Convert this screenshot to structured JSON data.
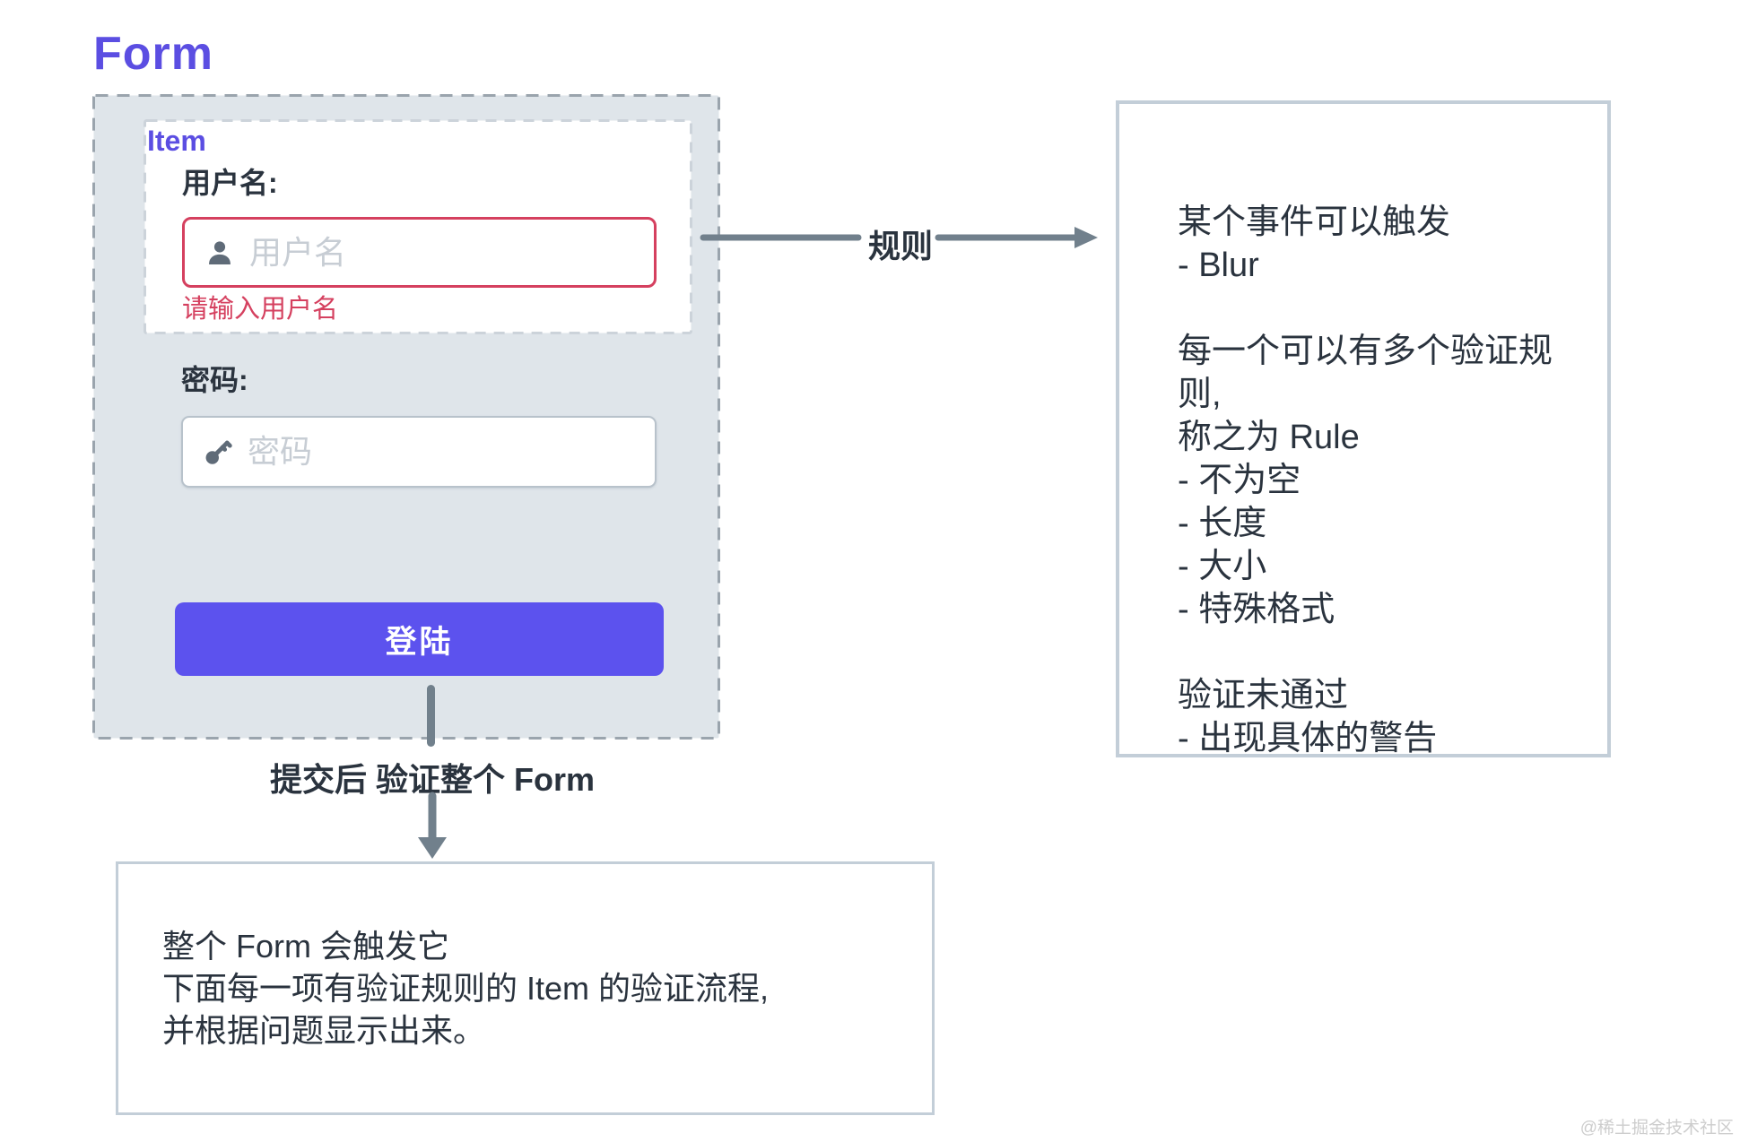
{
  "title": "Form",
  "form": {
    "item_label": "Item",
    "username_label": "用户名:",
    "username_placeholder": "用户名",
    "username_error": "请输入用户名",
    "password_label": "密码:",
    "password_placeholder": "密码",
    "submit_label": "登陆"
  },
  "flow": {
    "rule_arrow_label": "规则",
    "submit_caption": "提交后 验证整个 Form"
  },
  "rules_panel": {
    "paragraphs": [
      [
        "某个事件可以触发",
        "- Blur"
      ],
      [
        "每一个可以有多个验证规则,",
        "称之为 Rule",
        "- 不为空",
        "- 长度",
        "- 大小",
        "- 特殊格式"
      ],
      [
        "验证未通过",
        "- 出现具体的警告"
      ]
    ]
  },
  "result_panel": {
    "lines": [
      "整个 Form 会触发它",
      "下面每一项有验证规则的 Item 的验证流程,",
      "并根据问题显示出来。"
    ]
  },
  "watermark": "@稀土掘金技术社区",
  "colors": {
    "accent": "#5b4ee2",
    "button": "#5c52ee",
    "error": "#d5405f",
    "arrow": "#71808c",
    "text": "#2a333e",
    "placeholder": "#c7cdd4",
    "icon": "#5f6b78",
    "outer_fill": "#dfe5ea",
    "outer_dash": "#9aa4ad",
    "item_dash": "#ccd3da",
    "input_border": "#b8c2cb",
    "panel_border": "#c3ced8",
    "watermark": "#cdcdcd"
  }
}
